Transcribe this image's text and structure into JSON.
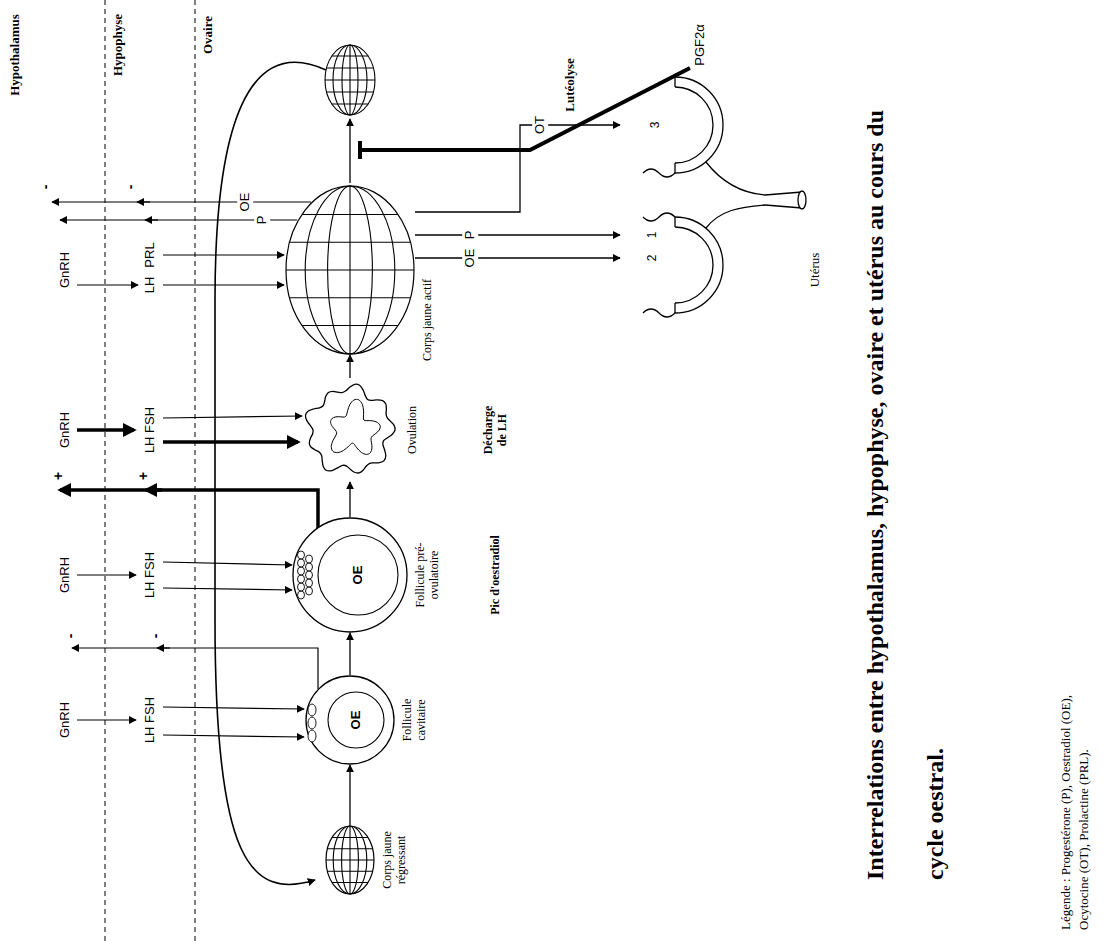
{
  "diagram": {
    "title": "Interrelations entre hypothalamus, hypophyse, ovaire et utérus au cours du cycle oestral.",
    "caption": "Légende : Progestérone (P), Oestradiol (OE), Ocytocine (OT), Prolactine (PRL).",
    "nodes": [
      {
        "text": [
          "Corps jaune régressant"
        ]
      },
      {
        "text": [
          "OE",
          "Follicule cavitaire"
        ]
      },
      {
        "text": [
          "OE",
          "Follicule pré-ovulatoire"
        ]
      },
      {
        "text": [
          "Ovulation"
        ]
      },
      {
        "text": [
          "Corps jaune actif"
        ]
      },
      {
        "text": [
          "Utérus"
        ]
      }
    ],
    "edges": [
      {
        "from": 0,
        "to": 1,
        "arrow": "to"
      },
      {
        "from": 1,
        "to": 2,
        "arrow": "to"
      },
      {
        "from": 2,
        "to": 3,
        "arrow": "to"
      },
      {
        "from": 3,
        "to": 4,
        "arrow": "to"
      },
      {
        "from": 4,
        "to": 5,
        "label": "OT",
        "arrow": "to"
      },
      {
        "from": 4,
        "to": 5,
        "label": "P",
        "arrow": "to"
      },
      {
        "from": 4,
        "to": 5,
        "label": "OE",
        "arrow": "to"
      }
    ],
    "labels": [
      "Hypothalamus",
      "Hypophyse",
      "Ovaire",
      "GnRH",
      "LH FSH",
      "-",
      "-",
      "GnRH",
      "LH FSH",
      "+",
      "+",
      "Pic d'oestradiol",
      "GnRH",
      "LH FSH",
      "Décharge de LH",
      "GnRH",
      "LH",
      "PRL",
      "OE",
      "P",
      "-",
      "-",
      "1",
      "2",
      "3",
      "PGF2α",
      "Lutéolyse"
    ]
  }
}
